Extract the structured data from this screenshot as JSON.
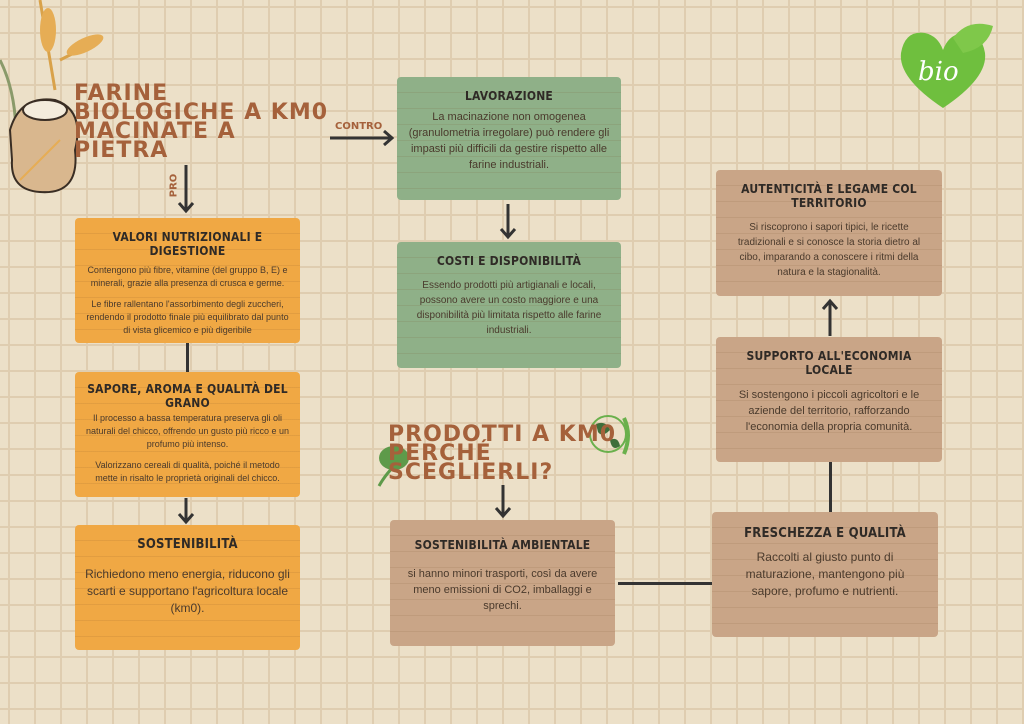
{
  "main_title": [
    "FARINE",
    "BIOLOGICHE A KM0",
    "MACINATE A",
    "PIETRA"
  ],
  "labels": {
    "contro": "CONTRO",
    "pro": "PRO"
  },
  "pro_boxes": [
    {
      "title": "Valori nutrizionali e digestione",
      "paragraphs": [
        "Contengono più fibre, vitamine (del gruppo B, E) e minerali, grazie alla presenza di crusca e germe.",
        "Le fibre rallentano l'assorbimento degli zuccheri, rendendo il prodotto finale più equilibrato dal punto di vista glicemico e più digeribile"
      ]
    },
    {
      "title": "Sapore, aroma e qualità del grano",
      "paragraphs": [
        "Il processo a bassa temperatura preserva gli oli naturali del chicco, offrendo un gusto più ricco e un profumo più intenso.",
        "Valorizzano cereali di qualità, poiché il metodo mette in risalto le proprietà originali del chicco."
      ]
    },
    {
      "title": "Sostenibilità",
      "paragraphs": [
        "Richiedono meno energia, riducono gli scarti e supportano l'agricoltura locale (km0)."
      ]
    }
  ],
  "contro_boxes": [
    {
      "title": "Lavorazione",
      "paragraphs": [
        "La macinazione non omogenea (granulometria irregolare) può rendere gli impasti più difficili da gestire rispetto alle farine industriali."
      ]
    },
    {
      "title": "Costi e disponibilità",
      "paragraphs": [
        "Essendo prodotti più artigianali e locali, possono avere un costo maggiore e una disponibilità più limitata rispetto alle farine industriali."
      ]
    }
  ],
  "km0_title": [
    "PRODOTTI A KM0",
    "PERCHÉ",
    "SCEGLIERLI?"
  ],
  "km0_boxes": [
    {
      "title": "Sostenibilità ambientale",
      "paragraphs": [
        "si hanno minori trasporti, così da avere meno emissioni di CO2, imballaggi e sprechi."
      ]
    },
    {
      "title": "Freschezza e qualità",
      "paragraphs": [
        "Raccolti al giusto punto di maturazione, mantengono più sapore, profumo e nutrienti."
      ]
    },
    {
      "title": "Supporto all'economia locale",
      "paragraphs": [
        "Si sostengono i piccoli agricoltori e le aziende del territorio, rafforzando l'economia della propria comunità."
      ]
    },
    {
      "title": "Autenticità e legame col territorio",
      "paragraphs": [
        "Si riscoprono i sapori tipici, le ricette tradizionali e si conosce la storia dietro al cibo, imparando a conoscere i ritmi della natura e la stagionalità."
      ]
    }
  ],
  "logo": {
    "text": "bio"
  },
  "colors": {
    "orange": "#f0a844",
    "green": "#8fb088",
    "brown": "#c9a587",
    "title": "#a5613b"
  }
}
